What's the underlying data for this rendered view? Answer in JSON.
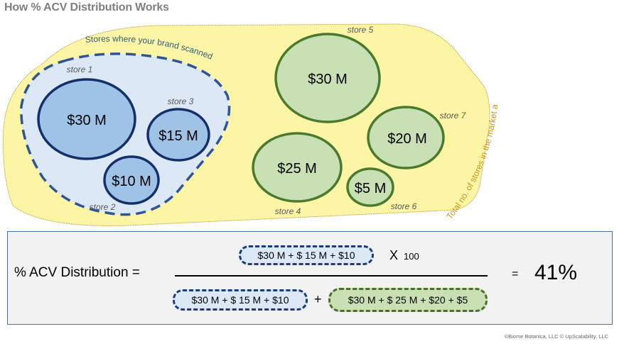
{
  "title": "How % ACV Distribution Works",
  "labels": {
    "scanned_region": "Stores where your brand scanned",
    "market_area": "Total no. of stores in the market area"
  },
  "stores": [
    {
      "name": "store 1",
      "value": "$30 M",
      "group": "scanned"
    },
    {
      "name": "store 2",
      "value": "$10 M",
      "group": "scanned"
    },
    {
      "name": "store 3",
      "value": "$15 M",
      "group": "scanned"
    },
    {
      "name": "store 4",
      "value": "$25 M",
      "group": "not-scanned"
    },
    {
      "name": "store 5",
      "value": "$30 M",
      "group": "not-scanned"
    },
    {
      "name": "store 6",
      "value": "$5 M",
      "group": "not-scanned"
    },
    {
      "name": "store 7",
      "value": "$20 M",
      "group": "not-scanned"
    }
  ],
  "formula": {
    "label": "% ACV Distribution =",
    "numerator": "$30 M + $ 15 M + $10",
    "multiplier_symbol": "X",
    "multiplier": "100",
    "denominator_scanned": "$30 M + $ 15 M + $10",
    "plus": "+",
    "denominator_other": "$30 M + $ 25 M + $20 + $5",
    "equals": "=",
    "result": "41%"
  },
  "copyright": "©Biome Botanica, LLC  © UpScalability, LLC",
  "colors": {
    "market_fill": "#fdf5a6",
    "market_stroke": "#c8a03c",
    "scanned_fill": "#dce8f6",
    "scanned_stroke": "#2e5596",
    "blue_circle_fill": "#9fc3e7",
    "blue_circle_stroke": "#14306a",
    "green_circle_fill": "#c8e0b4",
    "green_circle_stroke": "#4a7a2c"
  }
}
